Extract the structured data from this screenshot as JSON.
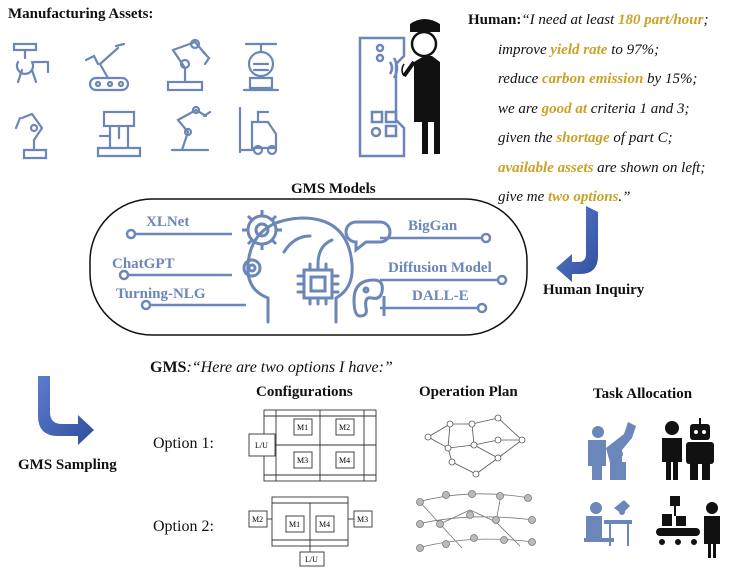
{
  "assets": {
    "title": "Manufacturing Assets:",
    "icons": [
      "robot-arm-icon",
      "robot-arm-cart-icon",
      "robot-arm-claw-icon",
      "dispenser-robot-icon",
      "welding-robot-icon",
      "cnc-machine-icon",
      "robot-arm-base-icon",
      "forklift-icon"
    ]
  },
  "human": {
    "label": "Human:",
    "lines": [
      [
        {
          "t": "“I need at least ",
          "s": "i"
        },
        {
          "t": "180 part/hour",
          "s": "g"
        },
        {
          "t": ";",
          "s": "i"
        }
      ],
      [
        {
          "t": "improve ",
          "s": "i"
        },
        {
          "t": "yield rate",
          "s": "g"
        },
        {
          "t": " to 97%;",
          "s": "i"
        }
      ],
      [
        {
          "t": "reduce ",
          "s": "i"
        },
        {
          "t": "carbon emission",
          "s": "g"
        },
        {
          "t": " by 15%;",
          "s": "i"
        }
      ],
      [
        {
          "t": "we are ",
          "s": "i"
        },
        {
          "t": "good at",
          "s": "g"
        },
        {
          "t": " criteria 1 and 3;",
          "s": "i"
        }
      ],
      [
        {
          "t": "given the ",
          "s": "i"
        },
        {
          "t": "shortage",
          "s": "g"
        },
        {
          "t": " of part C;",
          "s": "i"
        }
      ],
      [
        {
          "t": "available assets",
          "s": "g"
        },
        {
          "t": " are shown on left;",
          "s": "i"
        }
      ],
      [
        {
          "t": "give me ",
          "s": "i"
        },
        {
          "t": "two options",
          "s": "g"
        },
        {
          "t": ".”",
          "s": "i"
        }
      ]
    ]
  },
  "gms_models": {
    "title": "GMS Models",
    "left": [
      "XLNet",
      "ChatGPT",
      "Turning-NLG"
    ],
    "right": [
      "BigGan",
      "Diffusion Model",
      "DALL-E"
    ]
  },
  "human_inquiry": "Human Inquiry",
  "gms": {
    "label": "GMS",
    "quote": ":“Here are two options I have:”"
  },
  "gms_sampling": "GMS Sampling",
  "columns": {
    "configurations": "Configurations",
    "operation_plan": "Operation Plan",
    "task_allocation": "Task Allocation"
  },
  "options": [
    "Option 1:",
    "Option 2:"
  ],
  "config1": {
    "lu": "L/U",
    "m1": "M1",
    "m2": "M2",
    "m3": "M3",
    "m4": "M4"
  },
  "config2": {
    "lu": "L/U",
    "m1": "M1",
    "m2": "M2",
    "m3": "M3",
    "m4": "M4"
  },
  "colors": {
    "accent_blue": "#6b86b8",
    "gold": "#c9a227",
    "arrow_blue": "#3f5fb0"
  }
}
